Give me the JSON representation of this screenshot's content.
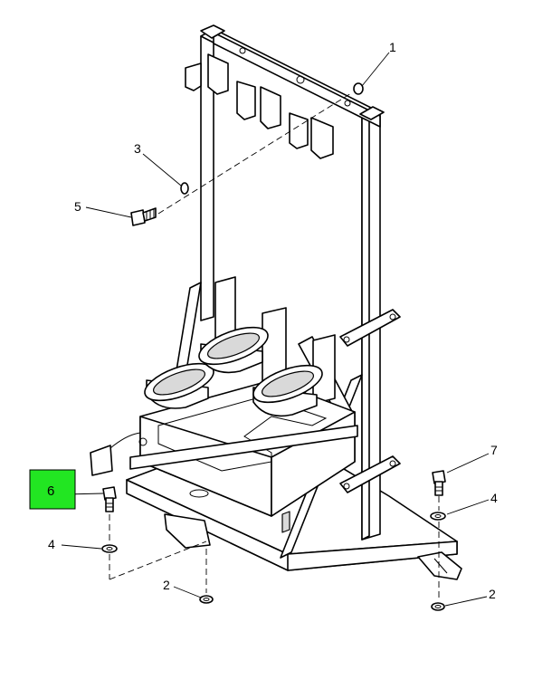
{
  "colors": {
    "highlight": "#22e622",
    "line": "#000000",
    "background": "#ffffff"
  },
  "callouts": [
    {
      "id": "c1",
      "label": "1"
    },
    {
      "id": "c2a",
      "label": "2"
    },
    {
      "id": "c2b",
      "label": "2"
    },
    {
      "id": "c3",
      "label": "3"
    },
    {
      "id": "c4a",
      "label": "4"
    },
    {
      "id": "c4b",
      "label": "4"
    },
    {
      "id": "c5",
      "label": "5"
    },
    {
      "id": "c6",
      "label": "6"
    },
    {
      "id": "c7",
      "label": "7"
    }
  ]
}
